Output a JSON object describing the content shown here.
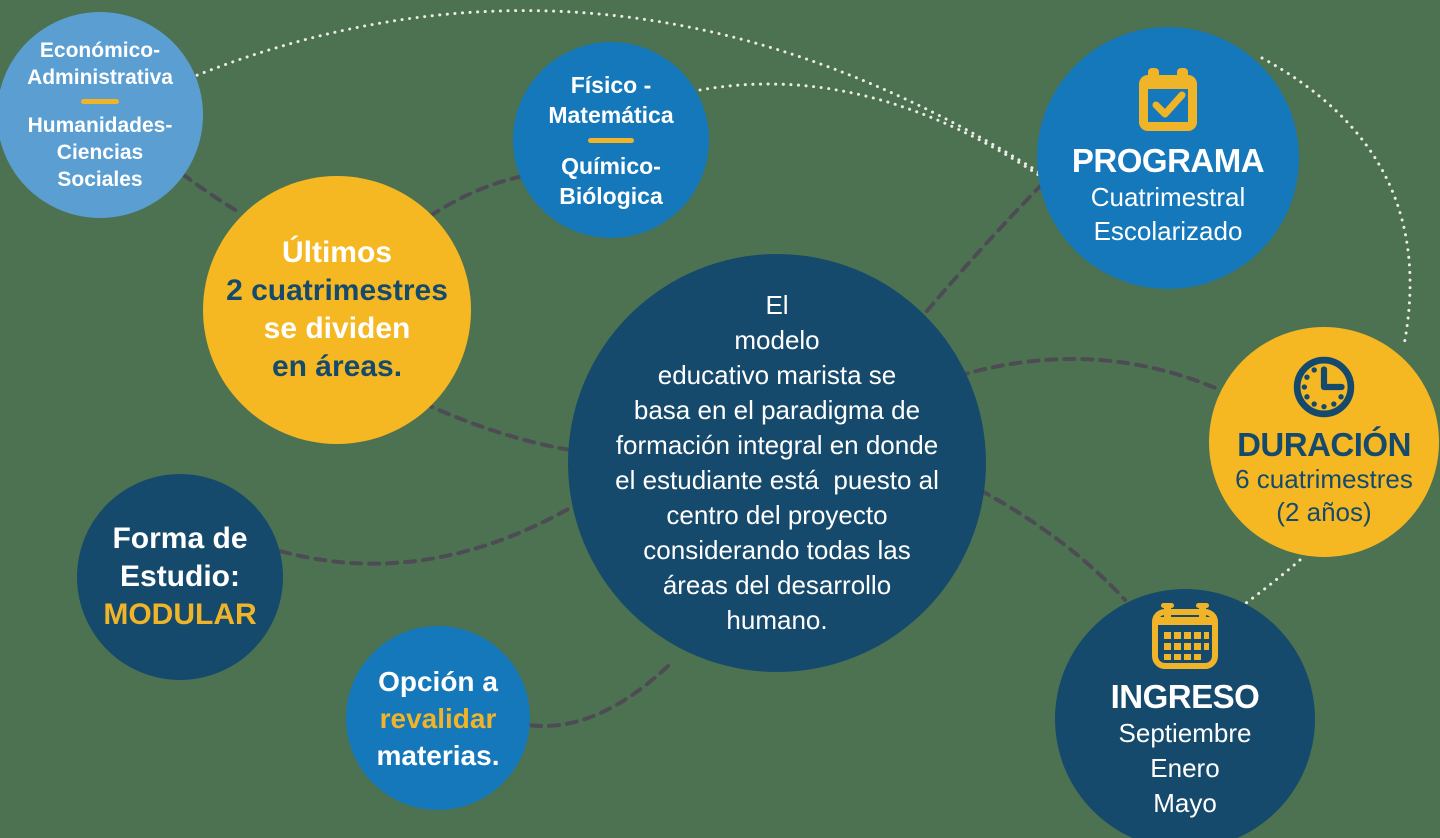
{
  "colors": {
    "background": "#4C7251",
    "navy": "#164A6C",
    "blue": "#1478BA",
    "light_blue": "#5B9FD2",
    "yellow": "#F5B822",
    "accent_yellow": "#F0B429",
    "dash": "#4D4C54",
    "dot": "#EDEBE6"
  },
  "central_circle": {
    "lines": [
      "El",
      "modelo",
      "educativo marista se",
      "basa en el paradigma de",
      "formación integral en donde",
      "el estudiante está  puesto al",
      "centro del proyecto",
      "considerando todas las",
      "áreas del desarrollo",
      "humano."
    ]
  },
  "circles": {
    "areas_admin": {
      "lines_top": [
        "Económico-",
        "Administrativa"
      ],
      "lines_bottom": [
        "Humanidades-",
        "Ciencias",
        "Sociales"
      ]
    },
    "ultimos": {
      "lines": [
        {
          "text": "Últimos",
          "color": "white"
        },
        {
          "text": "2 cuatrimestres",
          "color": "navy"
        },
        {
          "text": "se dividen",
          "color": "white"
        },
        {
          "text": "en áreas.",
          "color": "navy"
        }
      ]
    },
    "fisico": {
      "lines_top": [
        "Físico -",
        "Matemática"
      ],
      "lines_bottom": [
        "Químico-",
        "Biólogica"
      ]
    },
    "programa": {
      "icon": "calendar-check-icon",
      "title": "PROGRAMA",
      "lines": [
        "Cuatrimestral",
        "Escolarizado"
      ]
    },
    "duracion": {
      "icon": "clock-icon",
      "title": "DURACIÓN",
      "lines": [
        "6 cuatrimestres",
        "(2 años)"
      ]
    },
    "ingreso": {
      "icon": "calendar-grid-icon",
      "title": "INGRESO",
      "lines": [
        "Septiembre",
        "Enero",
        "Mayo"
      ]
    },
    "forma": {
      "lines": [
        {
          "text": "Forma de",
          "color": "white"
        },
        {
          "text": "Estudio:",
          "color": "white"
        },
        {
          "text": "MODULAR",
          "color": "yellow"
        }
      ]
    },
    "opcion": {
      "lines": [
        {
          "text": "Opción a",
          "color": "white"
        },
        {
          "text": "revalidar",
          "color": "yellow"
        },
        {
          "text": "materias.",
          "color": "white"
        }
      ]
    }
  },
  "connections": {
    "dotted": [
      {
        "from": "areas_admin",
        "to": "programa"
      },
      {
        "from": "fisico",
        "to": "programa"
      },
      {
        "from": "programa",
        "to": "duracion"
      },
      {
        "from": "duracion",
        "to": "ingreso"
      }
    ],
    "dashed": [
      {
        "from": "areas_admin",
        "to": "ultimos"
      },
      {
        "from": "ultimos",
        "to": "fisico"
      },
      {
        "from": "ultimos",
        "to": "central"
      },
      {
        "from": "forma",
        "to": "central"
      },
      {
        "from": "central",
        "to": "programa"
      },
      {
        "from": "central",
        "to": "duracion"
      },
      {
        "from": "central",
        "to": "ingreso"
      },
      {
        "from": "central",
        "to": "opcion"
      }
    ]
  }
}
